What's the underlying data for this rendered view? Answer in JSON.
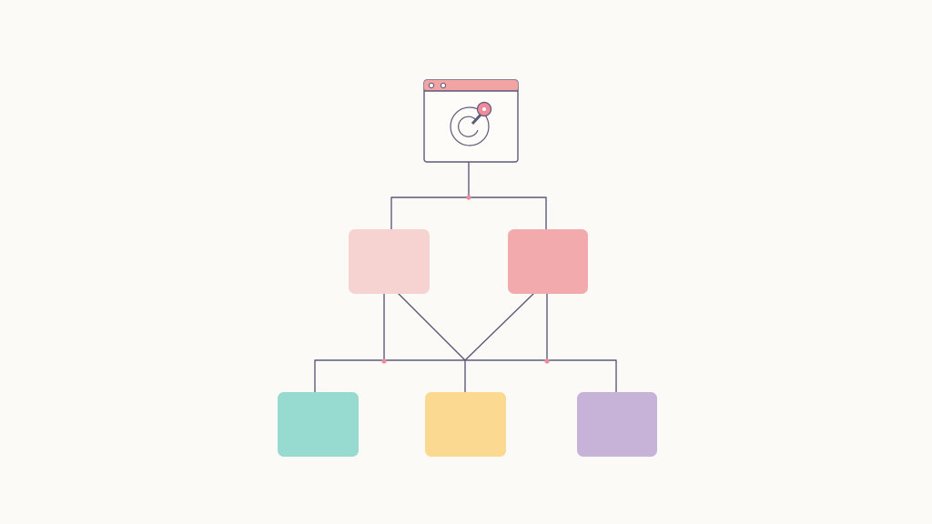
{
  "diagram": {
    "background": "#fbfaf6",
    "line_color": "#5c5a7a",
    "dot_color": "#ee8a9a",
    "root": {
      "icon": "browser-window-with-dial-and-key-icon",
      "titlebar_color": "#f2a4a4",
      "key_color": "#ee8a9a"
    },
    "level_two": [
      {
        "id": "node-left",
        "color": "#f6d3d1"
      },
      {
        "id": "node-right",
        "color": "#f2aaad"
      }
    ],
    "level_three": [
      {
        "id": "node-teal",
        "color": "#97dbd0"
      },
      {
        "id": "node-yellow",
        "color": "#fbd990"
      },
      {
        "id": "node-lavender",
        "color": "#c7b2d8"
      }
    ]
  }
}
